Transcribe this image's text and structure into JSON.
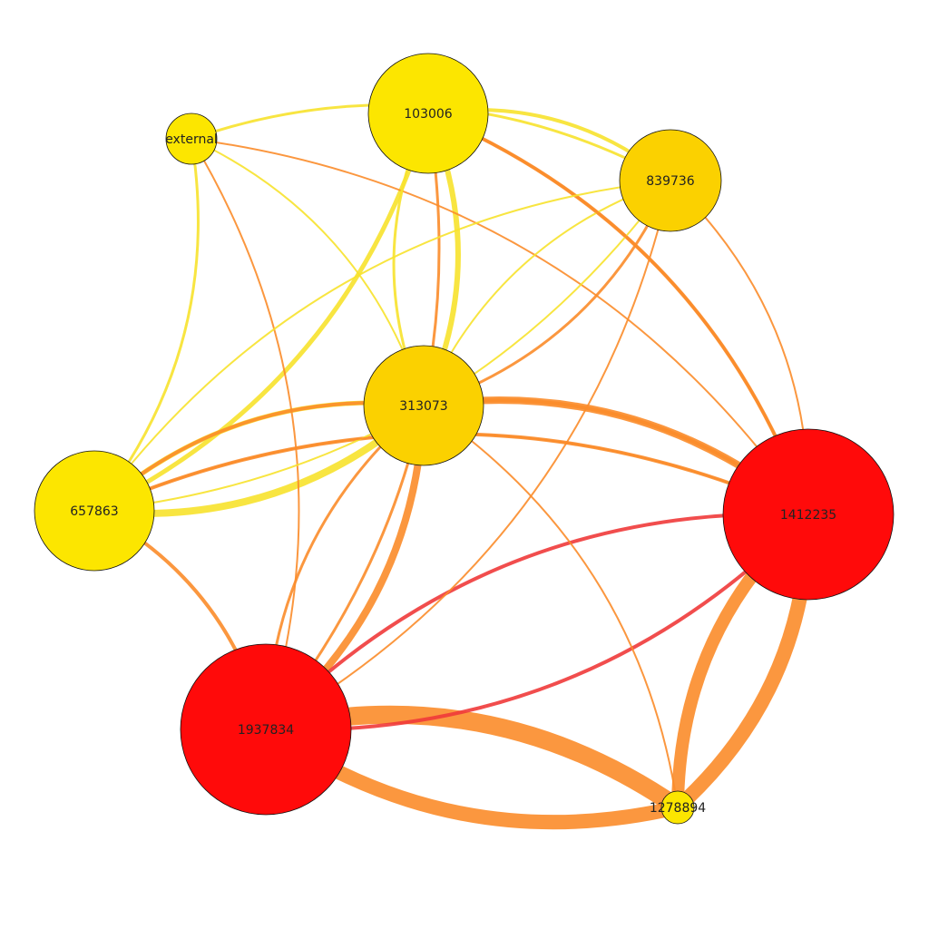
{
  "colors": {
    "background": "#ffffff",
    "edge_yellow": "#f7e22c",
    "edge_orange": "#fb8c2a",
    "edge_red": "#f03a3a",
    "node_red": "#ff0a0a",
    "node_yellow": "#fce600",
    "node_gold": "#fbd100",
    "node_stroke": "#111111"
  },
  "nodes": [
    {
      "id": "external",
      "label": "external",
      "color": "#fce600"
    },
    {
      "id": "103006",
      "label": "103006",
      "color": "#fce600"
    },
    {
      "id": "839736",
      "label": "839736",
      "color": "#fbd100"
    },
    {
      "id": "313073",
      "label": "313073",
      "color": "#fbd100"
    },
    {
      "id": "657863",
      "label": "657863",
      "color": "#fce600"
    },
    {
      "id": "1412235",
      "label": "1412235",
      "color": "#ff0a0a"
    },
    {
      "id": "1937834",
      "label": "1937834",
      "color": "#ff0a0a"
    },
    {
      "id": "1278894",
      "label": "1278894",
      "color": "#fce600"
    }
  ],
  "edges": [
    {
      "source": "1937834",
      "target": "1278894",
      "color": "#fb8c2a",
      "weight": 10
    },
    {
      "source": "1278894",
      "target": "1937834",
      "color": "#fb8c2a",
      "weight": 8
    },
    {
      "source": "1412235",
      "target": "1278894",
      "color": "#fb8c2a",
      "weight": 8
    },
    {
      "source": "1278894",
      "target": "1412235",
      "color": "#fb8c2a",
      "weight": 7
    },
    {
      "source": "313073",
      "target": "1412235",
      "color": "#fb8c2a",
      "weight": 4
    },
    {
      "source": "313073",
      "target": "1937834",
      "color": "#fb8c2a",
      "weight": 4
    },
    {
      "source": "313073",
      "target": "657863",
      "color": "#f7e22c",
      "weight": 4
    },
    {
      "source": "103006",
      "target": "313073",
      "color": "#f7e22c",
      "weight": 3
    },
    {
      "source": "103006",
      "target": "657863",
      "color": "#f7e22c",
      "weight": 2.5
    },
    {
      "source": "657863",
      "target": "313073",
      "color": "#f7e22c",
      "weight": 2.5
    },
    {
      "source": "1937834",
      "target": "1412235",
      "color": "#f03a3a",
      "weight": 2
    },
    {
      "source": "1412235",
      "target": "1937834",
      "color": "#f03a3a",
      "weight": 2
    },
    {
      "source": "657863",
      "target": "1412235",
      "color": "#fb8c2a",
      "weight": 2
    },
    {
      "source": "313073",
      "target": "1412235",
      "color": "#fb8c2a",
      "weight": 2
    },
    {
      "source": "657863",
      "target": "313073",
      "color": "#fb8c2a",
      "weight": 2
    },
    {
      "source": "657863",
      "target": "1937834",
      "color": "#fb8c2a",
      "weight": 2
    },
    {
      "source": "103006",
      "target": "1412235",
      "color": "#fb8c2a",
      "weight": 2
    },
    {
      "source": "103006",
      "target": "839736",
      "color": "#f7e22c",
      "weight": 2
    },
    {
      "source": "external",
      "target": "657863",
      "color": "#f7e22c",
      "weight": 1.5
    },
    {
      "source": "external",
      "target": "839736",
      "color": "#f7e22c",
      "weight": 1.5
    },
    {
      "source": "839736",
      "target": "313073",
      "color": "#fb8c2a",
      "weight": 1.5
    },
    {
      "source": "839736",
      "target": "1937834",
      "color": "#fb8c2a",
      "weight": 1
    },
    {
      "source": "839736",
      "target": "1412235",
      "color": "#fb8c2a",
      "weight": 1
    },
    {
      "source": "103006",
      "target": "1937834",
      "color": "#fb8c2a",
      "weight": 1.5
    },
    {
      "source": "external",
      "target": "1937834",
      "color": "#fb8c2a",
      "weight": 1
    },
    {
      "source": "external",
      "target": "313073",
      "color": "#f7e22c",
      "weight": 1
    },
    {
      "source": "external",
      "target": "1412235",
      "color": "#fb8c2a",
      "weight": 1
    },
    {
      "source": "839736",
      "target": "657863",
      "color": "#f7e22c",
      "weight": 1
    },
    {
      "source": "313073",
      "target": "839736",
      "color": "#f7e22c",
      "weight": 1
    },
    {
      "source": "1937834",
      "target": "313073",
      "color": "#fb8c2a",
      "weight": 1.5
    },
    {
      "source": "313073",
      "target": "1278894",
      "color": "#fb8c2a",
      "weight": 1
    },
    {
      "source": "103006",
      "target": "1412235",
      "color": "#fb8c2a",
      "weight": 1.5
    },
    {
      "source": "657863",
      "target": "839736",
      "color": "#f7e22c",
      "weight": 1
    },
    {
      "source": "313073",
      "target": "103006",
      "color": "#f7e22c",
      "weight": 1.5
    },
    {
      "source": "657863",
      "target": "1412235",
      "color": "#fb8c2a",
      "weight": 1
    }
  ]
}
